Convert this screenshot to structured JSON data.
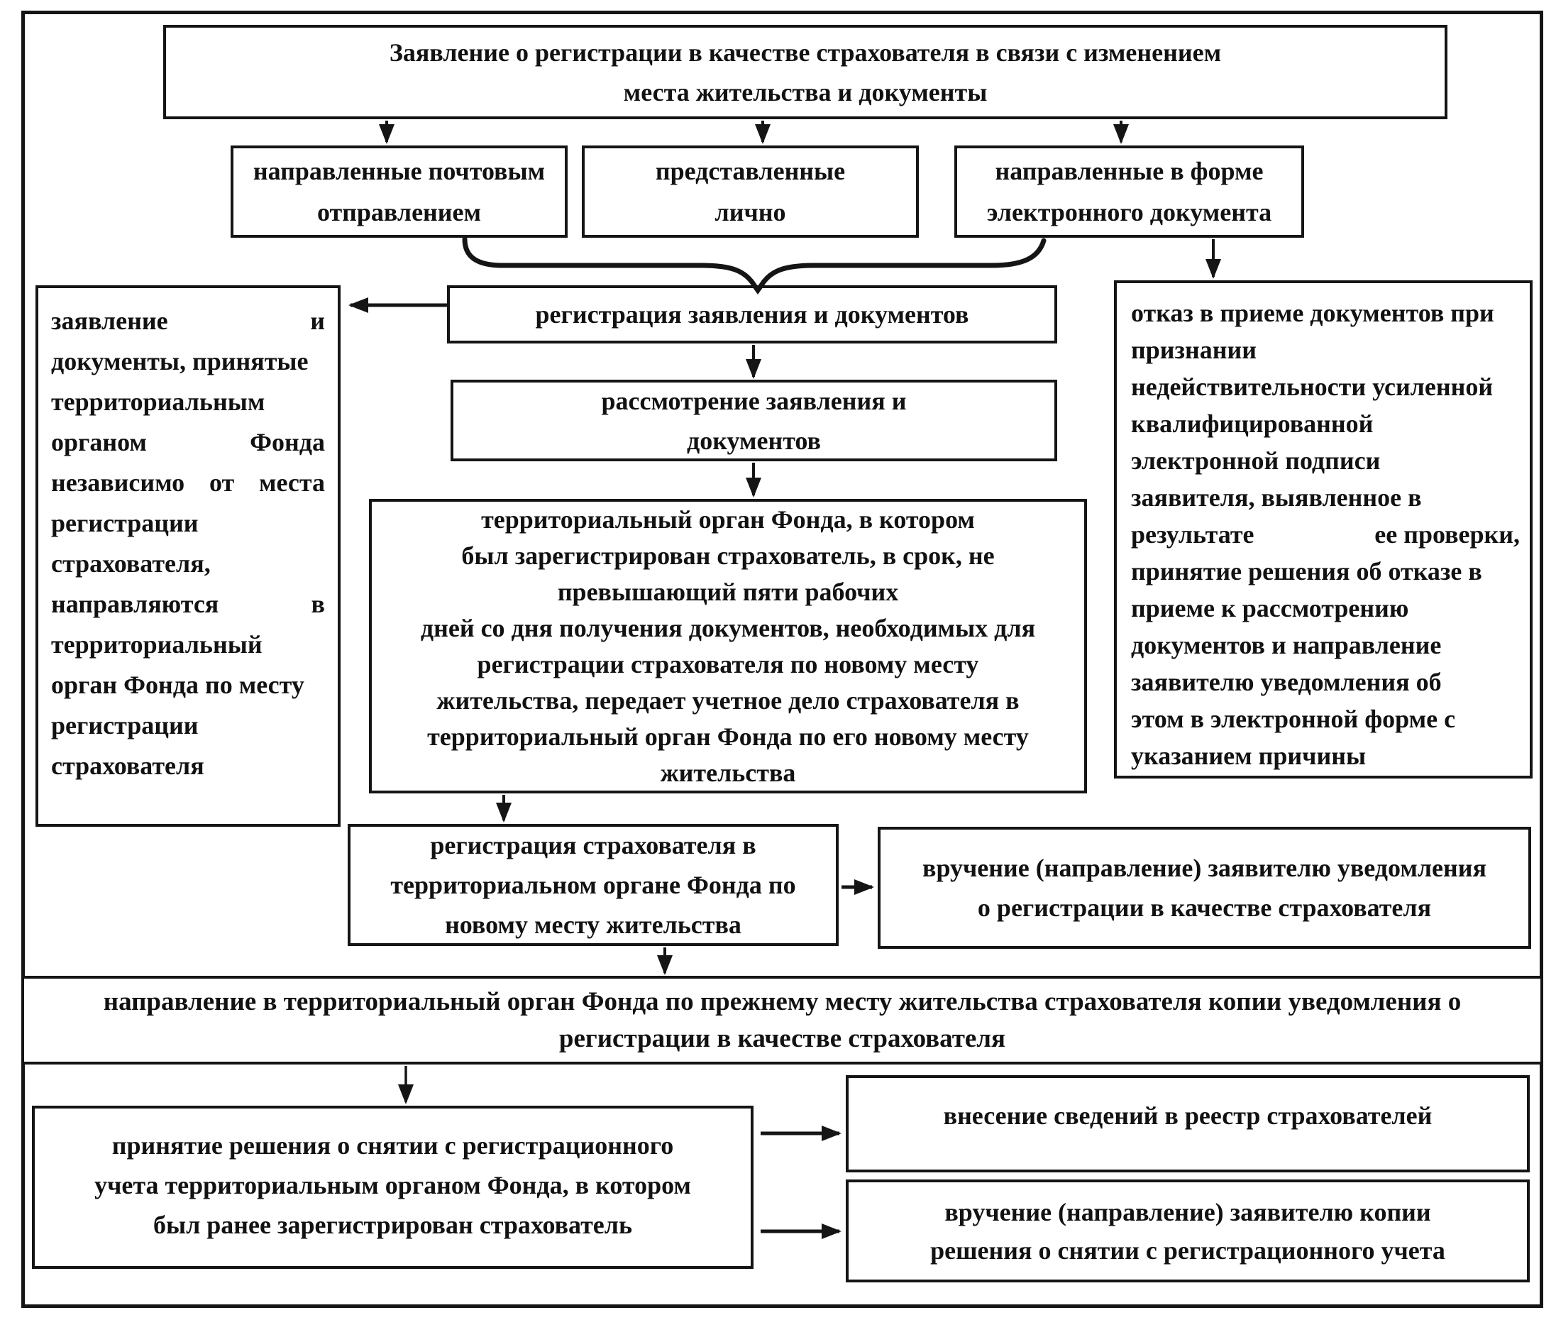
{
  "colors": {
    "ink": "#151515",
    "paper": "#ffffff"
  },
  "diagram": {
    "top_application": {
      "lines": [
        "Заявление о регистрации в качестве страхователя в  связи с изменением",
        "места жительства и документы"
      ]
    },
    "branch_mail": {
      "lines": [
        "направленные почтовым",
        "отправлением"
      ]
    },
    "branch_personal": {
      "lines": [
        "представленные",
        "лично"
      ]
    },
    "branch_electronic": {
      "lines": [
        "направленные в форме",
        "электронного документа"
      ]
    },
    "registration": {
      "lines": [
        "регистрация заявления и документов"
      ]
    },
    "accepted_note": {
      "lines": [
        "заявление\tи",
        "документы, принятые",
        "территориальным",
        "органом\tФонда",
        "независимо\tот\tместа",
        "регистрации",
        "страхователя,",
        "направляются\tв",
        "территориальный",
        "орган Фонда по месту",
        "регистрации",
        "страхователя"
      ]
    },
    "review": {
      "lines": [
        "рассмотрение заявления и",
        "документов"
      ]
    },
    "transfer": {
      "lines": [
        "территориальный орган Фонда, в котором",
        "был зарегистрирован страхователь, в срок, не",
        "превышающий пяти рабочих",
        "дней со дня получения документов, необходимых для",
        "регистрации страхователя по новому месту",
        "жительства, передает учетное дело страхователя в",
        "территориальный орган Фонда по его новому месту",
        "жительства"
      ]
    },
    "refusal": {
      "lines": [
        "отказ в приеме документов при",
        "признании",
        "недействительности усиленной",
        "квалифицированной",
        "электронной подписи",
        "заявителя, выявленное в",
        "результате\tее проверки,",
        "принятие решения  об отказе в",
        "приеме к  рассмотрению",
        "документов  и направление",
        "заявителю уведомления об",
        "этом в электронной форме  с",
        "указанием причины"
      ]
    },
    "new_place_registration": {
      "lines": [
        "регистрация страхователя в",
        "территориальном органе Фонда по",
        "новому месту жительства"
      ]
    },
    "notice_delivery": {
      "lines": [
        "вручение (направление) заявителю уведомления",
        "о регистрации в качестве страхователя"
      ]
    },
    "copy_to_previous_office": {
      "lines": [
        "направление в территориальный орган Фонда по прежнему месту жительства страхователя копии уведомления о",
        "регистрации в качестве страхователя"
      ]
    },
    "deregistration_decision": {
      "lines": [
        "принятие решения о снятии с регистрационного",
        "учета территориальным органом Фонда, в котором",
        "был ранее зарегистрирован страхователь"
      ]
    },
    "registry_entry": {
      "lines": [
        "внесение сведений в реестр страхователей"
      ]
    },
    "decision_copy_delivery": {
      "lines": [
        "вручение (направление) заявителю копии",
        "решения о снятии с регистрационного учета"
      ]
    }
  }
}
